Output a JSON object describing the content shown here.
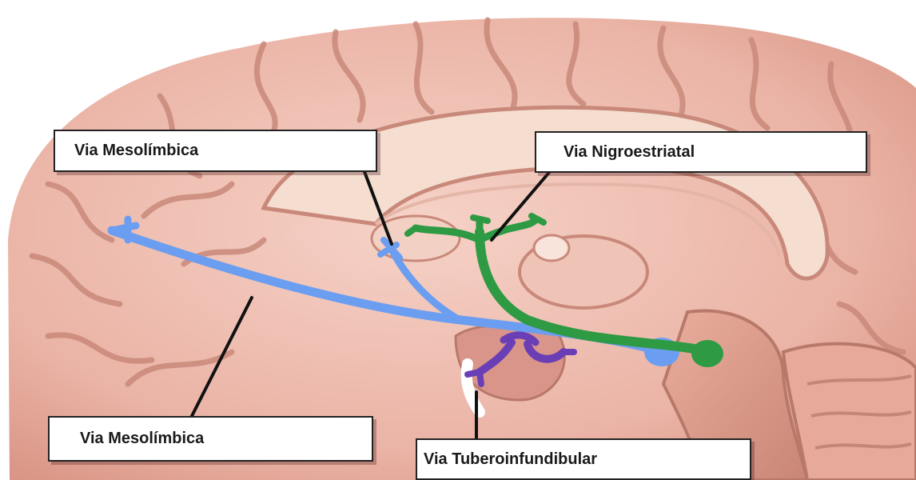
{
  "labels": {
    "mesolimbic_top": "Via Mesolímbica",
    "nigrostriatal": "Via Nigroestriatal",
    "mesolimbic_bottom": "Via Mesolímbica",
    "tuberoinfundibular": "Via Tuberoinfundibular"
  },
  "colors": {
    "mesolimbic": "#6b9ef0",
    "nigrostriatal": "#2e9a44",
    "tuberoinfundibular": "#6a3fb5",
    "brain": "#f2c2b6",
    "brain_shadow": "#d99a8c"
  }
}
